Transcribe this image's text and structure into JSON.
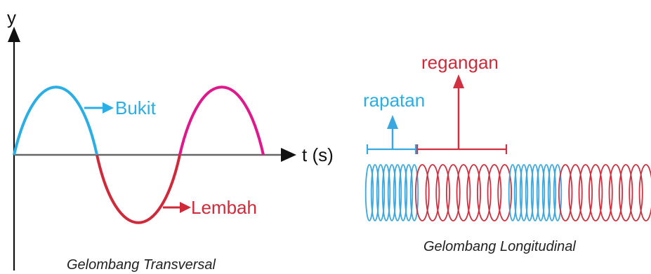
{
  "transverse": {
    "y_axis_label": "y",
    "x_axis_label": "t (s)",
    "crest_label": "Bukit",
    "trough_label": "Lembah",
    "caption": "Gelombang Transversal"
  },
  "longitudinal": {
    "compression_label": "rapatan",
    "rarefaction_label": "regangan",
    "caption": "Gelombang Longitudinal"
  },
  "colors": {
    "crest": "#29aee6",
    "trough": "#d02a3a",
    "second_crest": "#e0188c",
    "axis": "#111111",
    "baseline": "#666666",
    "compression": "#3aa8e0",
    "rarefaction": "#d0303f"
  }
}
